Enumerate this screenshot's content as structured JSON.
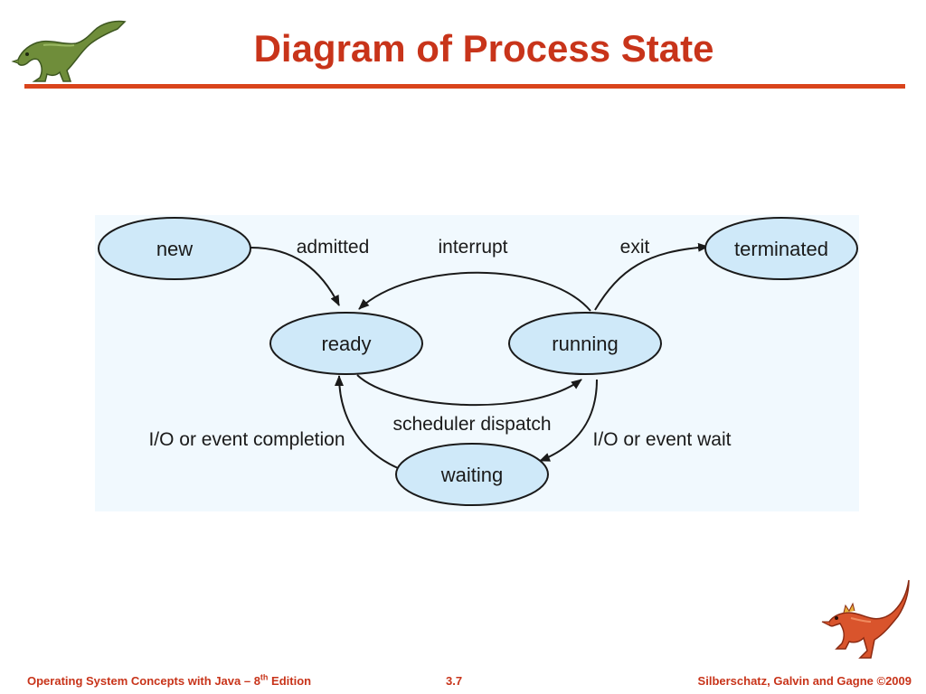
{
  "slide": {
    "title": "Diagram of Process State"
  },
  "diagram": {
    "states": {
      "new": "new",
      "ready": "ready",
      "running": "running",
      "terminated": "terminated",
      "waiting": "waiting"
    },
    "transitions": {
      "admitted": "admitted",
      "interrupt": "interrupt",
      "exit": "exit",
      "scheduler_dispatch": "scheduler dispatch",
      "io_event_completion": "I/O or event completion",
      "io_event_wait": "I/O or event wait"
    },
    "colors": {
      "state_fill": "#cfe9f9",
      "background": "#f1f9fe",
      "accent": "#c8341a"
    }
  },
  "footer": {
    "left_prefix": "Operating System Concepts with Java – 8",
    "left_sup": "th",
    "left_suffix": " Edition",
    "page_number": "3.7",
    "copyright": "Silberschatz, Galvin and Gagne ©2009"
  },
  "images": {
    "top_mascot": "green-dinosaur-icon",
    "bottom_mascot": "red-dinosaur-icon"
  }
}
